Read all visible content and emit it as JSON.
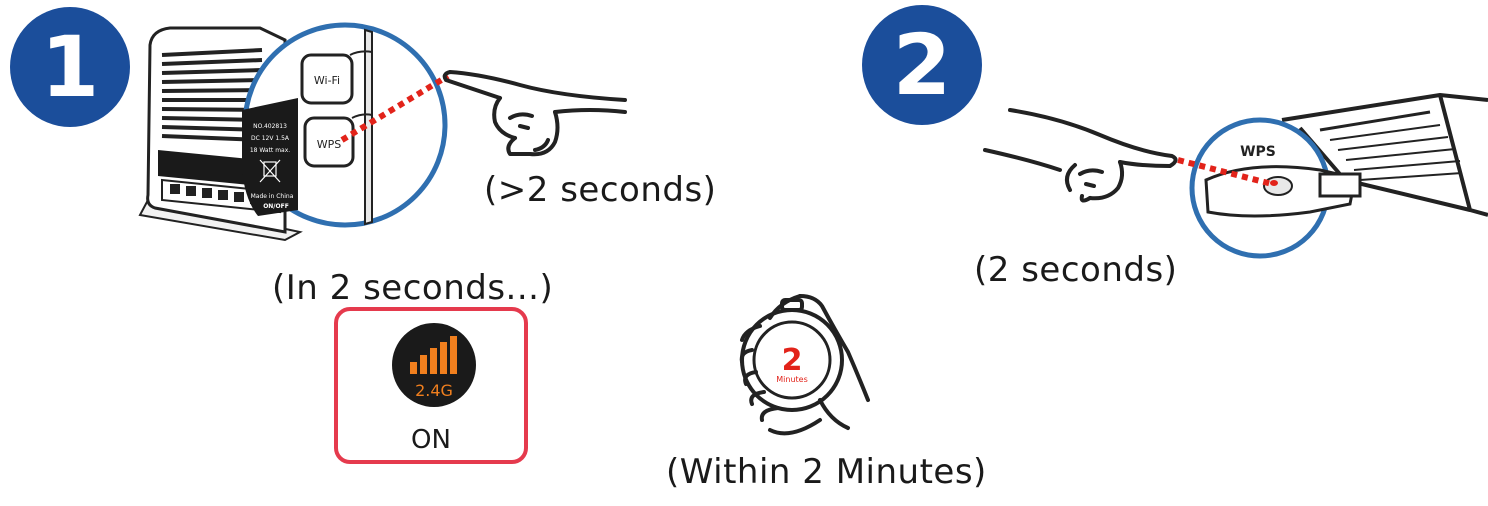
{
  "steps": [
    {
      "number": "1",
      "caption": "(>2 seconds)",
      "button_wifi": "Wi-Fi",
      "button_wps": "WPS"
    },
    {
      "number": "2",
      "caption": "(2 seconds)",
      "button_wps": "WPS"
    }
  ],
  "router_label": {
    "model": "NO.402813",
    "rating": "DC 12V  1.5A",
    "power": "18 Watt max.",
    "origin": "Made in China",
    "switch": "ON/OFF"
  },
  "indicator": {
    "caption": "(In 2 seconds...)",
    "band": "2.4G",
    "state": "ON"
  },
  "timer": {
    "value": "2",
    "unit": "Minutes",
    "caption": "(Within 2 Minutes)"
  },
  "colors": {
    "badge": "#1b4e9b",
    "zoom_ring": "#2f6fb0",
    "signal": "#e2231a",
    "indicator_border": "#e53a4d",
    "signal_bars": "#f07f1e",
    "ink": "#1a1a1a"
  }
}
